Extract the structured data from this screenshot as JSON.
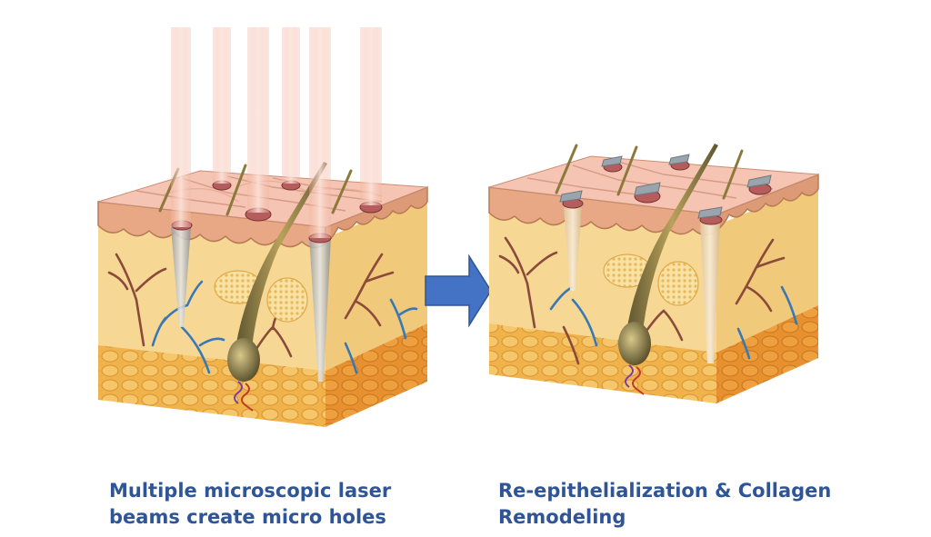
{
  "captions": {
    "left": {
      "line1": "Multiple microscopic laser",
      "line2": "beams create micro holes"
    },
    "right": {
      "line1": "Re-epithelialization & Collagen",
      "line2": "Remodeling"
    }
  },
  "colors": {
    "caption": "#2f5597",
    "arrow": "#4472c4",
    "epidermis": "#f1b9a8",
    "dermis": "#f6d894",
    "fat": "#f0b24a",
    "laser": "#f3b6a3",
    "vein_red": "#8b4a3a",
    "vein_blue": "#3a78b5"
  },
  "icons": [
    "laser-beam-icon",
    "hair-follicle-icon",
    "blood-vessel-icon",
    "arrow-right-icon"
  ]
}
